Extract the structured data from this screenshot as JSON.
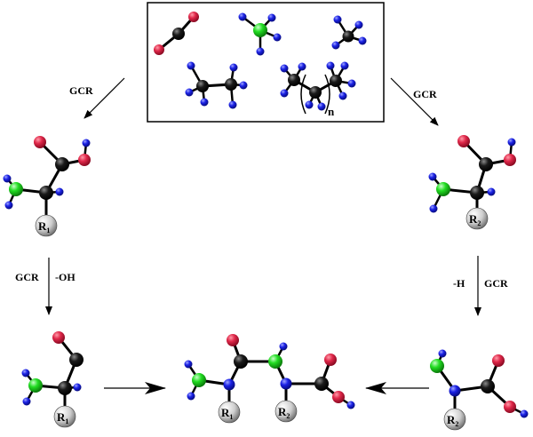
{
  "colors": {
    "carbon": "#111111",
    "oxygen": "#e0284a",
    "nitrogen": "#22dd22",
    "hydrogen": "#1b22e6",
    "residue": "#d9d9d9",
    "bond": "#000000"
  },
  "precursor_box": {
    "repeat_unit_label": "n"
  },
  "arrows": {
    "top_left_label": "GCR",
    "top_right_label": "GCR",
    "left_down_label_1": "GCR",
    "left_down_label_2": "-OH",
    "right_down_label_1": "-H",
    "right_down_label_2": "GCR"
  },
  "molecules": {
    "amino_acid_left": {
      "residue_label": "R",
      "residue_sub": "1"
    },
    "amino_acid_right": {
      "residue_label": "R",
      "residue_sub": "2"
    },
    "fragment_left": {
      "residue_label": "R",
      "residue_sub": "1"
    },
    "fragment_right": {
      "residue_label": "R",
      "residue_sub": "2"
    },
    "dipeptide": {
      "residue_1_label": "R",
      "residue_1_sub": "1",
      "residue_2_label": "R",
      "residue_2_sub": "2"
    }
  }
}
